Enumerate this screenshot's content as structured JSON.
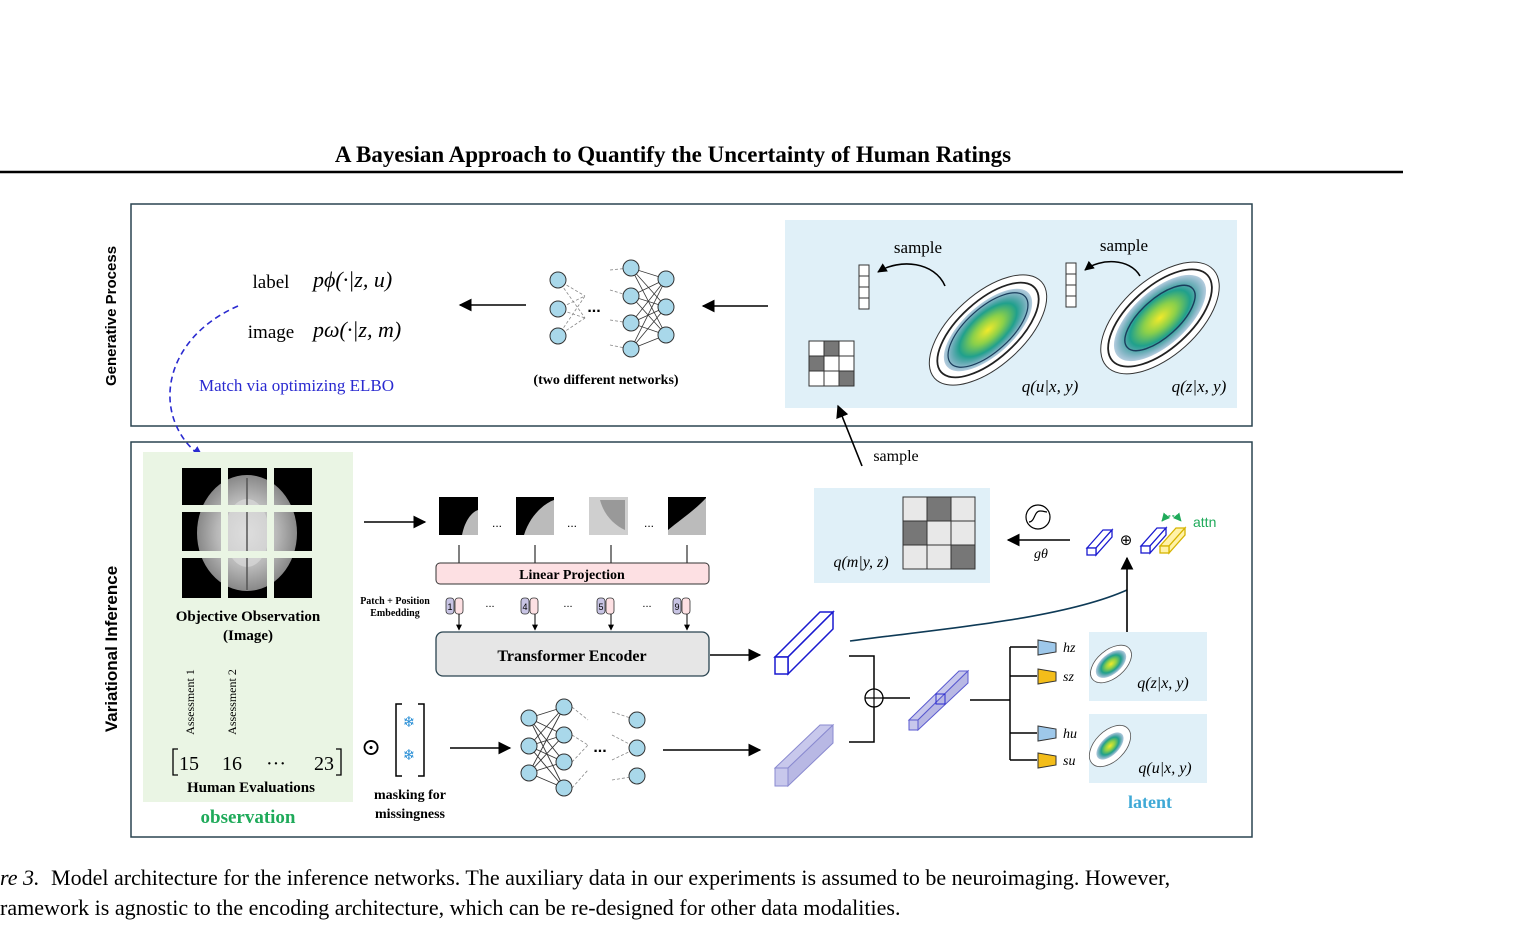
{
  "header": {
    "running_title": "A Bayesian Approach to Quantify the Uncertainty of Human Ratings"
  },
  "generative": {
    "section_label": "Generative Process",
    "label_word": "label",
    "label_formula": "pϕ(·|z, u)",
    "image_word": "image",
    "image_formula": "pω(·|z, m)",
    "match_text": "Match via optimizing ELBO",
    "networks_caption": "(two different networks)",
    "ellipsis": "...",
    "sample_left": "sample",
    "sample_right": "sample",
    "q_u": "q(u|x, y)",
    "q_z": "q(z|x, y)"
  },
  "inference": {
    "section_label": "Variational Inference",
    "sample_label": "sample",
    "objective_title_line1": "Objective Observation",
    "objective_title_line2": "(Image)",
    "assessment1": "Assessment 1",
    "assessment2": "Assessment 2",
    "vector_values": [
      "15",
      "16",
      "···",
      "23"
    ],
    "human_evaluations": "Human Evaluations",
    "observation_label": "observation",
    "dots": "...",
    "linear_projection": "Linear Projection",
    "patch_embedding_line1": "Patch + Position",
    "patch_embedding_line2": "Embedding",
    "patch_tokens": [
      "1",
      "4",
      "5",
      "9"
    ],
    "transformer_encoder": "Transformer Encoder",
    "masking_line1": "masking for",
    "masking_line2": "missingness",
    "odot": "⊙",
    "snowflake": "❄",
    "q_m": "q(m|y, z)",
    "g_theta": "gθ",
    "attn": "attn",
    "oplus": "⊕",
    "h_z": "hz",
    "s_z": "sz",
    "h_u": "hu",
    "s_u": "su",
    "q_z": "q(z|x, y)",
    "q_u": "q(u|x, y)",
    "latent_label": "latent"
  },
  "caption": {
    "lead": "re 3.",
    "line1": "Model architecture for the inference networks. The auxiliary data in our experiments is assumed to be neuroimaging. However,",
    "line2": "ramework is agnostic to the encoding architecture, which can be re-designed for other data modalities."
  },
  "colors": {
    "frame": "#2a4450",
    "light_blue_panel": "#e0f0f8",
    "light_green_panel": "#eaf5e4",
    "node_fill": "#a9d8ea",
    "elbo_blue": "#2a2ad0",
    "observation_green": "#1faa5a",
    "latent_blue": "#3fa9d6",
    "attn_green": "#1faa5a",
    "linear_proj_fill": "#fde0e3",
    "transformer_fill": "#e6e6e6"
  }
}
